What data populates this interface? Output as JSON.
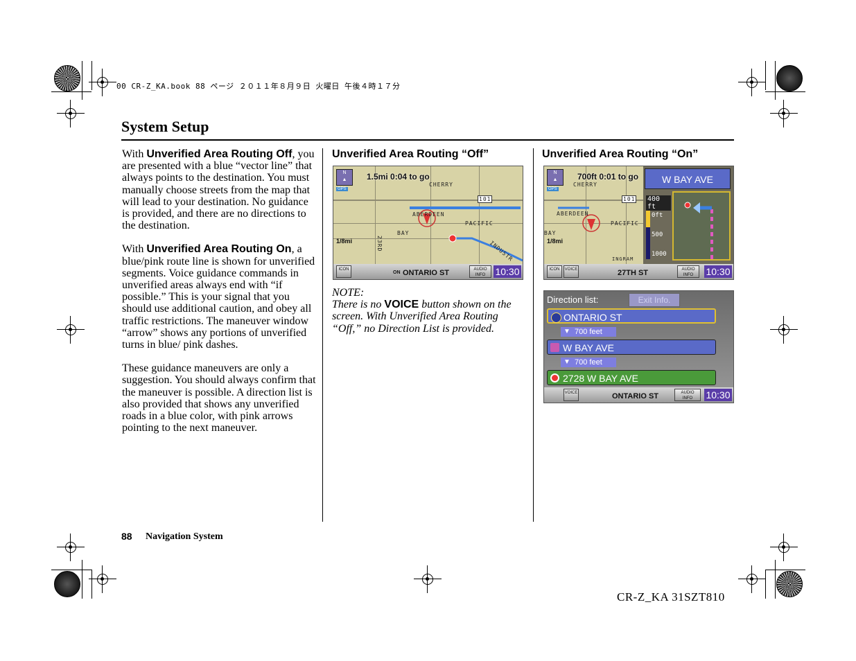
{
  "header_stamp": "00 CR-Z_KA.book  88 ページ  ２０１１年８月９日  火曜日  午後４時１７分",
  "section_title": "System Setup",
  "body": {
    "para1_prefix": "With ",
    "para1_bold": "Unverified Area Routing Off",
    "para1_rest": ", you are presented with a blue “vector line” that always points to the destination. You must manually choose streets from the map that will lead to your destination. No guidance is provided, and there are no directions to the destination.",
    "para2_prefix": "With ",
    "para2_bold": "Unverified Area Routing On",
    "para2_rest": ", a blue/pink route line is shown for unverified segments. Voice guidance commands in unverified areas always end with “if possible.” This is your signal that you should use additional caution, and obey all traffic restrictions. The maneuver window “arrow” shows any portions of unverified turns in blue/ pink dashes.",
    "para3": "These guidance maneuvers are only a suggestion. You should always confirm that the maneuver is possible. A direction list is also provided that shows any unverified roads in a blue color, with pink arrows pointing to the next maneuver."
  },
  "caption_off": "Unverified Area Routing “Off”",
  "caption_on": "Unverified Area Routing “On”",
  "note": {
    "label": "NOTE:",
    "pre": "There is no ",
    "voice": "VOICE",
    "post": " button shown on the screen. With Unverified Area Routing “Off,” no Direction List is provided."
  },
  "screen_off": {
    "top_info": "1.5mi 0:04 to go",
    "labels": [
      "CHERRY",
      "ABERDEEN",
      "PACIFIC",
      "BAY",
      "23RD",
      "INDUSTR"
    ],
    "shield": "101",
    "scale": "1/8mi",
    "street": "ONTARIO ST",
    "on_label": "ON",
    "icon_btn": "ICON",
    "audio_btn_1": "AUDIO",
    "audio_btn_2": "INFO",
    "clock": "10:30",
    "gps": "GPS"
  },
  "screen_on": {
    "top_info": "700ft 0:01 to go",
    "maneuver_street": "W BAY AVE",
    "labels": [
      "CHERRY",
      "ABERDEEN",
      "PACIFIC",
      "BAY",
      "INGRAM"
    ],
    "shield": "101",
    "distance_marks": [
      "400 ft",
      "0ft",
      "500",
      "1000"
    ],
    "scale": "1/8mi",
    "street": "27TH ST",
    "icon_btn": "ICON",
    "voice_btn": "VOICE",
    "audio_btn_1": "AUDIO",
    "audio_btn_2": "INFO",
    "clock": "10:30",
    "gps": "GPS"
  },
  "direction_list": {
    "title": "Direction list:",
    "exit_info": "Exit Info.",
    "rows": [
      {
        "text": "ONTARIO ST"
      },
      {
        "dist": "700 feet"
      },
      {
        "text": "W BAY AVE"
      },
      {
        "dist": "700 feet"
      },
      {
        "text": "2728 W BAY AVE"
      }
    ],
    "voice_btn": "VOICE",
    "street": "ONTARIO ST",
    "audio_btn_1": "AUDIO",
    "audio_btn_2": "INFO",
    "clock": "10:30"
  },
  "footer": {
    "page_number": "88",
    "section": "Navigation System",
    "code": "CR-Z_KA  31SZT810"
  },
  "colors": {
    "route_blue": "#3a7fe0",
    "route_pink": "#e05ac0",
    "clock_purple": "#5a3ca8",
    "row_blue": "#5a6ac8",
    "row_green": "#4a9a3a"
  }
}
